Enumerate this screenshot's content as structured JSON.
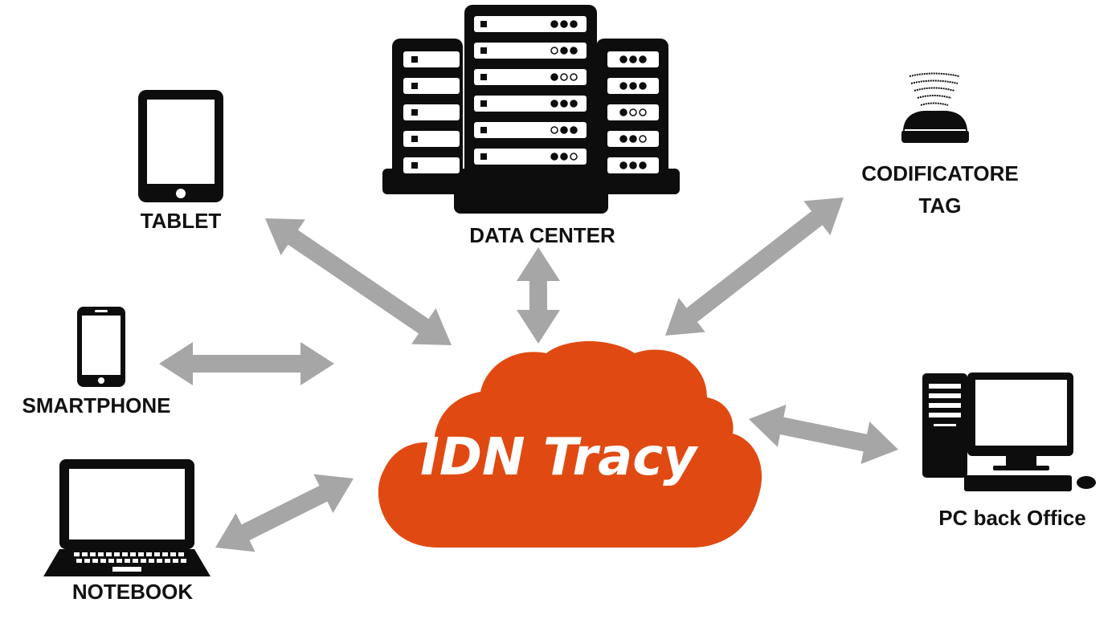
{
  "cloud": {
    "title": "IDN Tracy",
    "color": "#e04a12"
  },
  "arrow_color": "#a6a6a6",
  "icon_color": "#0d0d0d",
  "nodes": {
    "tablet": {
      "label": "TABLET",
      "icon": "tablet-icon"
    },
    "datacenter": {
      "label": "DATA CENTER",
      "icon": "server-rack-icon"
    },
    "tag_encoder": {
      "label_line1": "CODIFICATORE",
      "label_line2": "TAG",
      "icon": "rfid-encoder-icon"
    },
    "smartphone": {
      "label": "SMARTPHONE",
      "icon": "smartphone-icon"
    },
    "pc": {
      "label": "PC back Office",
      "icon": "desktop-pc-icon"
    },
    "notebook": {
      "label": "NOTEBOOK",
      "icon": "laptop-icon"
    }
  }
}
